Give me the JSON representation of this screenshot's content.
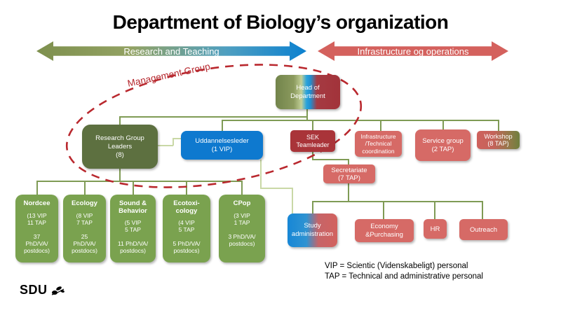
{
  "title": "Department of Biology’s organization",
  "arrows": {
    "left": {
      "label": "Research and Teaching"
    },
    "right": {
      "label": "Infrastructure og operations"
    }
  },
  "management_group": {
    "label": "Management Group"
  },
  "nodes": {
    "head": {
      "label": "Head of\nDepartment"
    },
    "research_group_leaders": {
      "label": "Research Group\nLeaders\n(8)"
    },
    "uddannelsesleder": {
      "label": "Uddannelsesleder\n(1 VIP)"
    },
    "sek_teamleader": {
      "label": "SEK\nTeamleader"
    },
    "infrastructure": {
      "label": "Infrastructure\n/Technical\ncoordination"
    },
    "service_group": {
      "label": "Service group\n(2 TAP)"
    },
    "workshop": {
      "label": "Workshop\n(8 TAP)"
    },
    "secretariate": {
      "label": "Secretariate\n(7 TAP)"
    },
    "study_administration": {
      "label": "Study\nadministration"
    },
    "economy_purchasing": {
      "label": "Economy\n&Purchasing"
    },
    "hr": {
      "label": "HR"
    },
    "outreach": {
      "label": "Outreach"
    }
  },
  "research_groups": [
    {
      "title": "Nordcee",
      "body": "(13 VIP\n11 TAP\n\n37\nPhD/VA/\npostdocs)"
    },
    {
      "title": "Ecology",
      "body": "(8 VIP\n7 TAP\n\n25\nPhD/VA/\npostdocs)"
    },
    {
      "title": "Sound &\nBehavior",
      "body": "(5 VIP\n5 TAP\n\n11 PhD/VA/\npostdocs)"
    },
    {
      "title": "Ecotoxi-\ncology",
      "body": "(4 VIP\n5 TAP\n\n5 PhD/VA/\npostdocs)"
    },
    {
      "title": "CPop",
      "body": "(3 VIP\n1 TAP\n\n3 PhD/VA/\npostdocs)"
    }
  ],
  "legend": {
    "line1": "VIP = Scientic (Videnskabeligt) personal",
    "line2": "TAP = Technical and administrative personal"
  },
  "logo": {
    "text": "SDU"
  },
  "colors": {
    "accent_green_dark": "#5d7040",
    "accent_green": "#7aa24f",
    "accent_blue": "#0e79cf",
    "accent_red_dark": "#a93439",
    "accent_red": "#d66a66",
    "arrow_red": "#d4615d",
    "connector_olive": "#7f9b55",
    "connector_light": "#c9d8a6",
    "dashed_ellipse_red": "#b9282e"
  }
}
